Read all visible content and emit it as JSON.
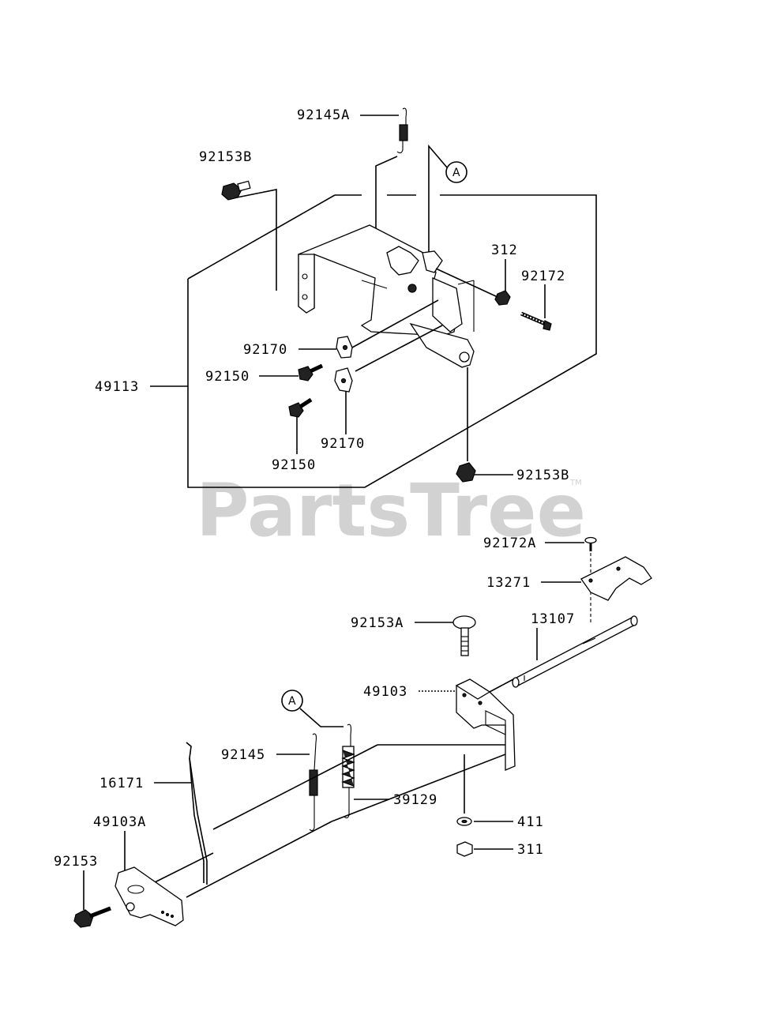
{
  "watermark": {
    "text": "PartsTree",
    "trademark": "TM"
  },
  "ref_marker": "A",
  "labels": {
    "p92145A": "92145A",
    "p92153B_top": "92153B",
    "p312": "312",
    "p92172": "92172",
    "p92170_a": "92170",
    "p92150_a": "92150",
    "p49113": "49113",
    "p92170_b": "92170",
    "p92150_b": "92150",
    "p92153B_bot": "92153B",
    "p92172A": "92172A",
    "p13271": "13271",
    "p92153A": "92153A",
    "p13107": "13107",
    "p49103": "49103",
    "p92145": "92145",
    "p16171": "16171",
    "p39129": "39129",
    "p411": "411",
    "p311": "311",
    "p49103A": "49103A",
    "p92153": "92153"
  }
}
